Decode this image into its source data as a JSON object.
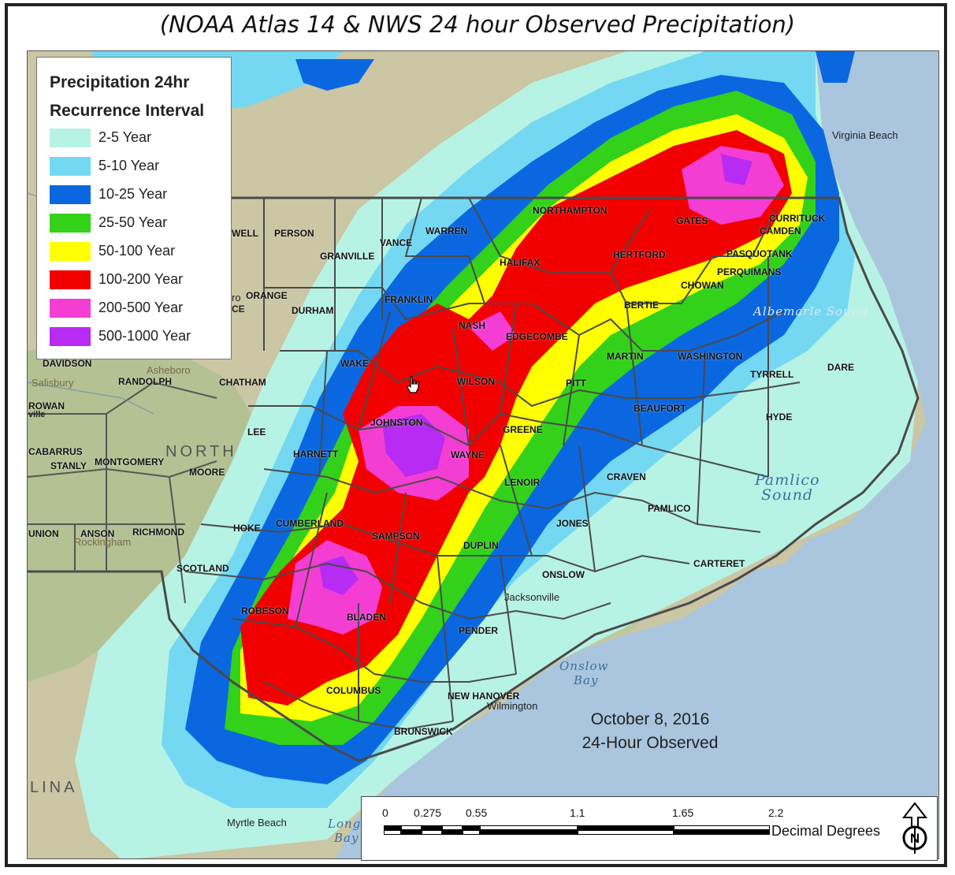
{
  "title": "(NOAA Atlas 14 & NWS 24 hour Observed Precipitation)",
  "legend": {
    "title_line1": "Precipitation 24hr",
    "title_line2": "Recurrence Interval",
    "items": [
      {
        "label": "2-5 Year",
        "color": "#b7f3e4"
      },
      {
        "label": "5-10 Year",
        "color": "#74d8f3"
      },
      {
        "label": "10-25 Year",
        "color": "#0a67e0"
      },
      {
        "label": "25-50 Year",
        "color": "#33d11a"
      },
      {
        "label": "50-100 Year",
        "color": "#ffff00"
      },
      {
        "label": "100-200 Year",
        "color": "#f20000"
      },
      {
        "label": "200-500 Year",
        "color": "#f43ed3"
      },
      {
        "label": "500-1000 Year",
        "color": "#b72bf2"
      }
    ]
  },
  "counties": [
    "NORTHAMPTON",
    "GATES",
    "CURRITUCK",
    "CAMDEN",
    "WARREN",
    "VANCE",
    "PERSON",
    "GRANVILLE",
    "HALIFAX",
    "HERTFORD",
    "PASQUOTANK",
    "PERQUIMANS",
    "CHOWAN",
    "ORANGE",
    "DURHAM",
    "FRANKLIN",
    "NASH",
    "BERTIE",
    "EDGECOMBE",
    "MARTIN",
    "WASHINGTON",
    "TYRRELL",
    "DARE",
    "WAKE",
    "WILSON",
    "RANDOLPH",
    "CHATHAM",
    "PITT",
    "BEAUFORT",
    "HYDE",
    "JOHNSTON",
    "GREENE",
    "LEE",
    "HARNETT",
    "WAYNE",
    "MOORE",
    "LENOIR",
    "CRAVEN",
    "PAMLICO",
    "DAVIDSON",
    "ROWAN",
    "CABARRUS",
    "STANLY",
    "MONTGOMERY",
    "HOKE",
    "CUMBERLAND",
    "SAMPSON",
    "DUPLIN",
    "JONES",
    "UNION",
    "ANSON",
    "RICHMOND",
    "SCOTLAND",
    "CARTERET",
    "ONSLOW",
    "ROBESON",
    "BLADEN",
    "PENDER",
    "COLUMBUS",
    "NEW HANOVER",
    "BRUNSWICK",
    "WELL"
  ],
  "places": {
    "virginia_beach": "Virginia Beach",
    "asheboro": "Asheboro",
    "salisbury": "Salisbury",
    "rockingham": "Rockingham",
    "wilmington": "Wilmington",
    "jacksonville": "Jacksonville",
    "myrtle_beach": "Myrtle Beach",
    "ce": "CE",
    "ro": "ro",
    "ville": "ville"
  },
  "water": {
    "albemarle_sound": "Albemarle Sound",
    "pamlico_line1": "Pamlico",
    "pamlico_line2": "Sound",
    "onslow_line1": "Onslow",
    "onslow_line2": "Bay",
    "long_bay_line1": "Long",
    "long_bay_line2": "Bay"
  },
  "state_labels": {
    "north": "NORTH",
    "lina": "LINA"
  },
  "date": {
    "line1": "October 8, 2016",
    "line2": "24-Hour Observed"
  },
  "scale": {
    "ticks": [
      "0",
      "0.275",
      "0.55",
      "1.1",
      "1.65",
      "2.2"
    ],
    "units": "Decimal Degrees",
    "north_letter": "N"
  },
  "colors": {
    "ocean": "#a9c6de",
    "land": "#c9c4a6",
    "border": "#4a4a4a"
  }
}
